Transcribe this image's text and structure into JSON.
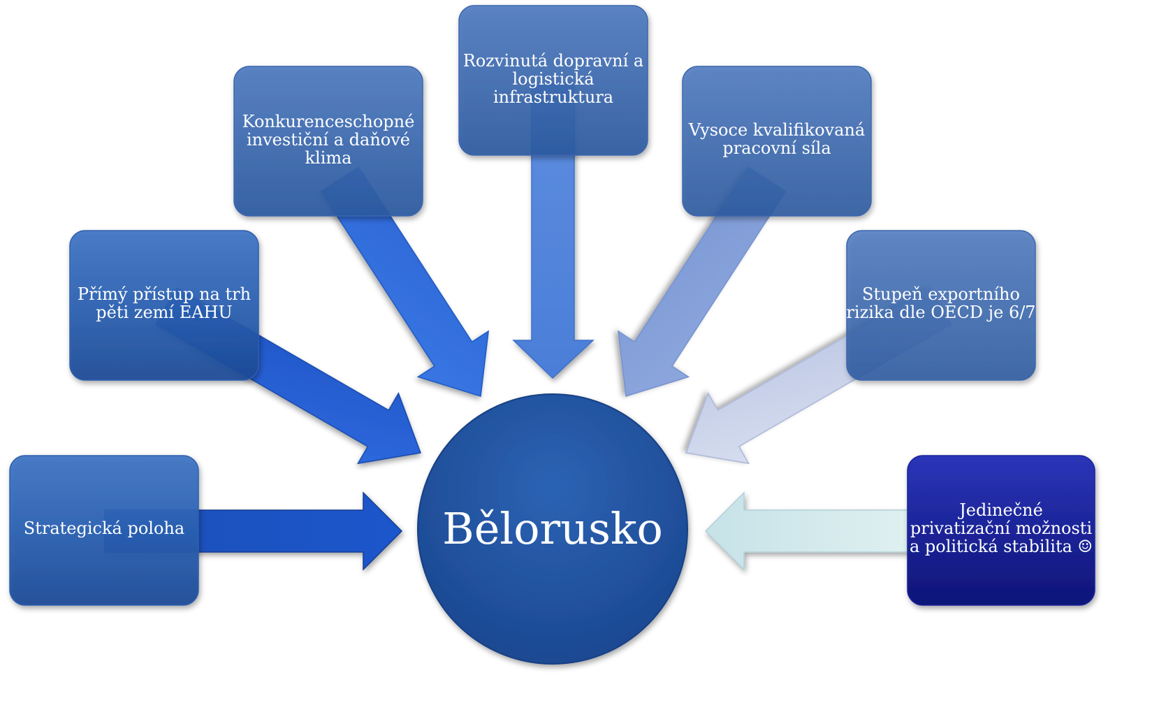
{
  "center": {
    "label": "Bělorusko"
  },
  "nodes": [
    {
      "id": "strategic-location",
      "lines": [
        "Strategická poloha"
      ]
    },
    {
      "id": "direct-market-access",
      "lines": [
        "Přímý přístup na trh",
        "pěti zemí EAHU"
      ]
    },
    {
      "id": "investment-climate",
      "lines": [
        "Konkurenceschopné",
        "investiční a daňové",
        "klima"
      ]
    },
    {
      "id": "transport-infrastructure",
      "lines": [
        "Rozvinutá dopravní a",
        "logistická",
        "infrastruktura"
      ]
    },
    {
      "id": "skilled-workforce",
      "lines": [
        "Vysoce kvalifikovaná",
        "pracovní síla"
      ]
    },
    {
      "id": "export-risk",
      "lines": [
        "Stupeň exportního",
        "rizika dle OECD je 6/7"
      ]
    },
    {
      "id": "privatization-stability",
      "lines": [
        "Jedinečné",
        "privatizační možnosti",
        "a politická stabilita ☺"
      ]
    }
  ],
  "colors": {
    "box_blue": "#2558a8",
    "box_dark_navy": "#141c8c",
    "circle_blue": "#1e4f9a",
    "arrow_deep": "#1a55c8",
    "arrow_light": "#c8d2ea",
    "arrow_pale": "#d8ecef"
  }
}
